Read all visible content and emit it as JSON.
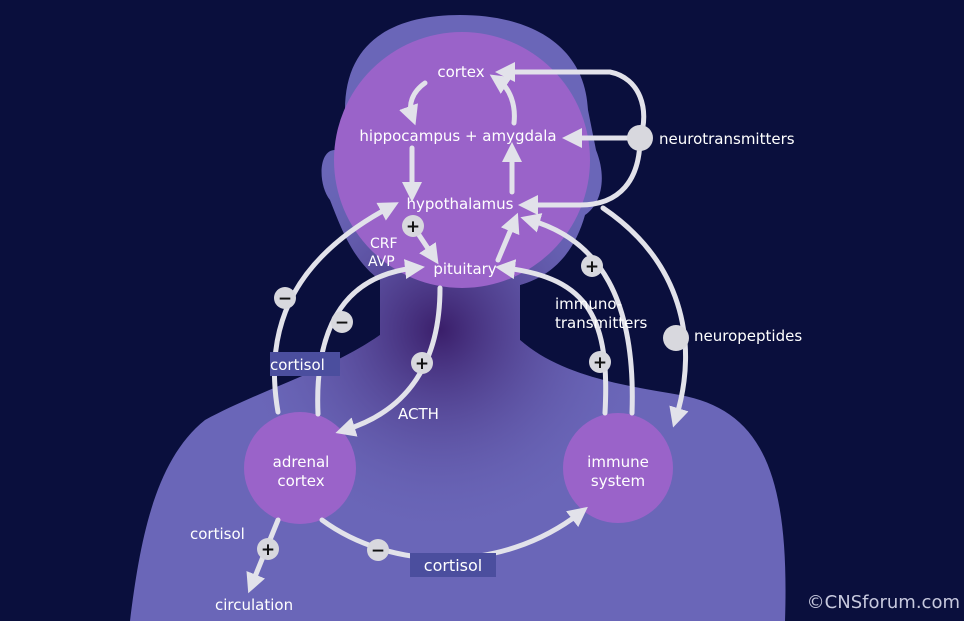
{
  "colors": {
    "background": "#0a0f3d",
    "silhouette": "#6a66b8",
    "node": "#9a63c9",
    "arrow": "#e2e2ea",
    "sign": "#d8d8de",
    "cortisol_box": "#4b4e9e"
  },
  "nodes": {
    "cortex": "cortex",
    "hippocampus": "hippocampus + amygdala",
    "hypothalamus": "hypothalamus",
    "pituitary": "pituitary",
    "adrenal_line1": "adrenal",
    "adrenal_line2": "cortex",
    "immune_line1": "immune",
    "immune_line2": "system"
  },
  "labels": {
    "neurotransmitters": "neurotransmitters",
    "neuropeptides": "neuropeptides",
    "crf": "CRF",
    "avp": "AVP",
    "acth": "ACTH",
    "immuno_line1": "immuno-",
    "immuno_line2": "transmitters",
    "cortisol_left": "cortisol",
    "cortisol_bottom_left": "cortisol",
    "cortisol_bottom": "cortisol",
    "circulation": "circulation"
  },
  "signs": {
    "plus": "+",
    "minus": "−"
  },
  "copyright": "©CNSforum.com"
}
